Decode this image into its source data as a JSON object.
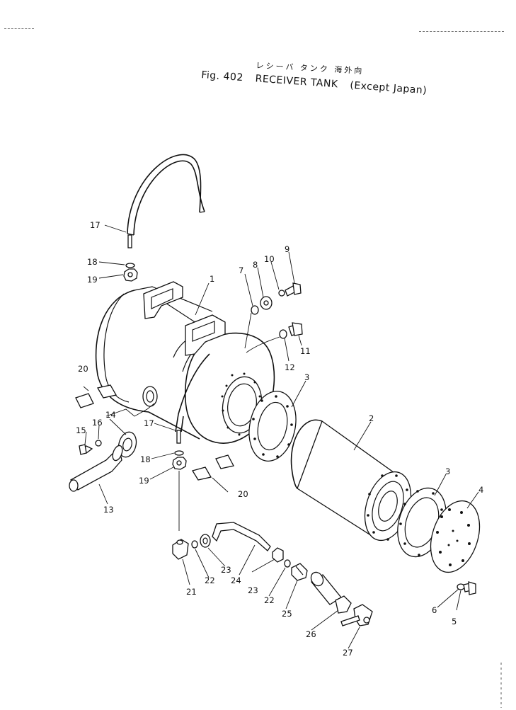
{
  "title": {
    "fig": "Fig. 402",
    "name": "RECEIVER TANK",
    "note": "(Except Japan)",
    "jp": "レシーバ タンク 海外向"
  },
  "callouts": [
    {
      "id": "c1",
      "num": "1"
    },
    {
      "id": "c2",
      "num": "2"
    },
    {
      "id": "c3a",
      "num": "3"
    },
    {
      "id": "c3b",
      "num": "3"
    },
    {
      "id": "c4",
      "num": "4"
    },
    {
      "id": "c5",
      "num": "5"
    },
    {
      "id": "c6",
      "num": "6"
    },
    {
      "id": "c7",
      "num": "7"
    },
    {
      "id": "c8",
      "num": "8"
    },
    {
      "id": "c9",
      "num": "9"
    },
    {
      "id": "c10",
      "num": "10"
    },
    {
      "id": "c11",
      "num": "11"
    },
    {
      "id": "c12",
      "num": "12"
    },
    {
      "id": "c13",
      "num": "13"
    },
    {
      "id": "c14",
      "num": "14"
    },
    {
      "id": "c15",
      "num": "15"
    },
    {
      "id": "c16",
      "num": "16"
    },
    {
      "id": "c17a",
      "num": "17"
    },
    {
      "id": "c17b",
      "num": "17"
    },
    {
      "id": "c18a",
      "num": "18"
    },
    {
      "id": "c18b",
      "num": "18"
    },
    {
      "id": "c19a",
      "num": "19"
    },
    {
      "id": "c19b",
      "num": "19"
    },
    {
      "id": "c20a",
      "num": "20"
    },
    {
      "id": "c20b",
      "num": "20"
    },
    {
      "id": "c21",
      "num": "21"
    },
    {
      "id": "c22a",
      "num": "22"
    },
    {
      "id": "c22b",
      "num": "22"
    },
    {
      "id": "c23a",
      "num": "23"
    },
    {
      "id": "c23b",
      "num": "23"
    },
    {
      "id": "c24",
      "num": "24"
    },
    {
      "id": "c25",
      "num": "25"
    },
    {
      "id": "c26",
      "num": "26"
    },
    {
      "id": "c27",
      "num": "27"
    }
  ]
}
